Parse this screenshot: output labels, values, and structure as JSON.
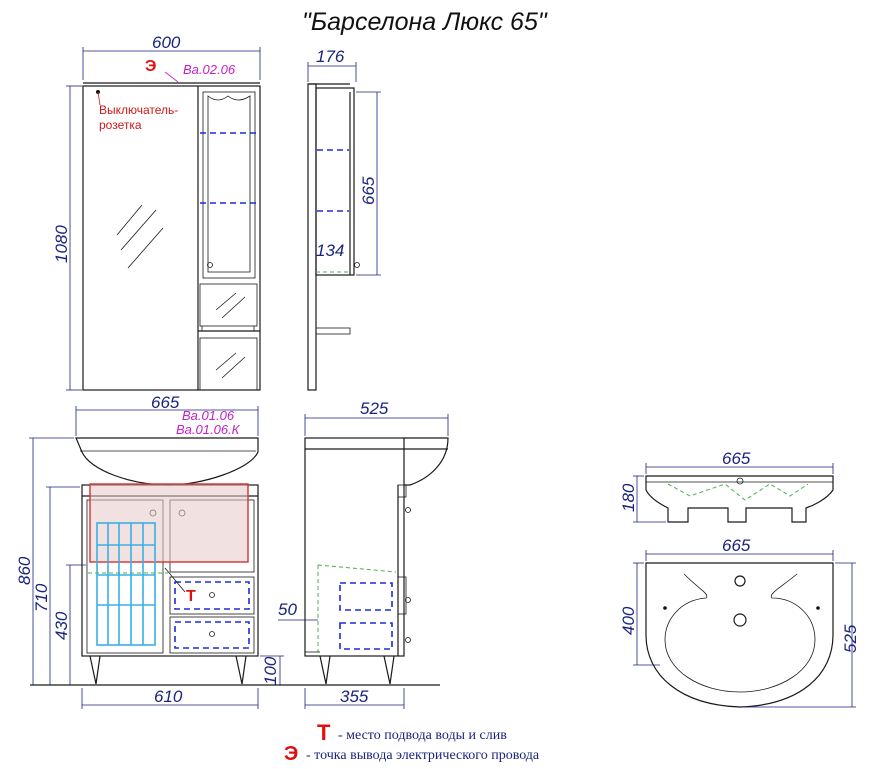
{
  "title": "\"Барселона Люкс 65\"",
  "mirror_cabinet": {
    "width": "600",
    "height": "1080",
    "code": "Ва.02.06",
    "electric_mark": "Э",
    "switch_label_1": "Выключатель-",
    "switch_label_2": "розетка"
  },
  "mirror_side": {
    "depth": "176",
    "height": "665",
    "shelf_depth": "134"
  },
  "vanity_front": {
    "top_width": "665",
    "code_1": "Ва.01.06",
    "code_2": "Ва.01.06.К",
    "height_total": "860",
    "height_710": "710",
    "height_430": "430",
    "leg_height": "100",
    "body_width": "610",
    "water_mark": "Т"
  },
  "vanity_side": {
    "depth": "525",
    "inner_offset": "50",
    "body_depth": "355"
  },
  "sink_side": {
    "width": "665",
    "height": "180"
  },
  "sink_top": {
    "width": "665",
    "depth": "525",
    "inner_depth": "400"
  },
  "legend": {
    "water_symbol": "Т",
    "water_text": "- место подвода воды и слив",
    "electric_symbol": "Э",
    "electric_text": "- точка вывода электрического провода"
  },
  "colors": {
    "dimension": "#1a237e",
    "code": "#c21fc8",
    "marker": "#e01010",
    "blue_hatch": "#3ab0e6",
    "red_zone": "#d33333"
  }
}
